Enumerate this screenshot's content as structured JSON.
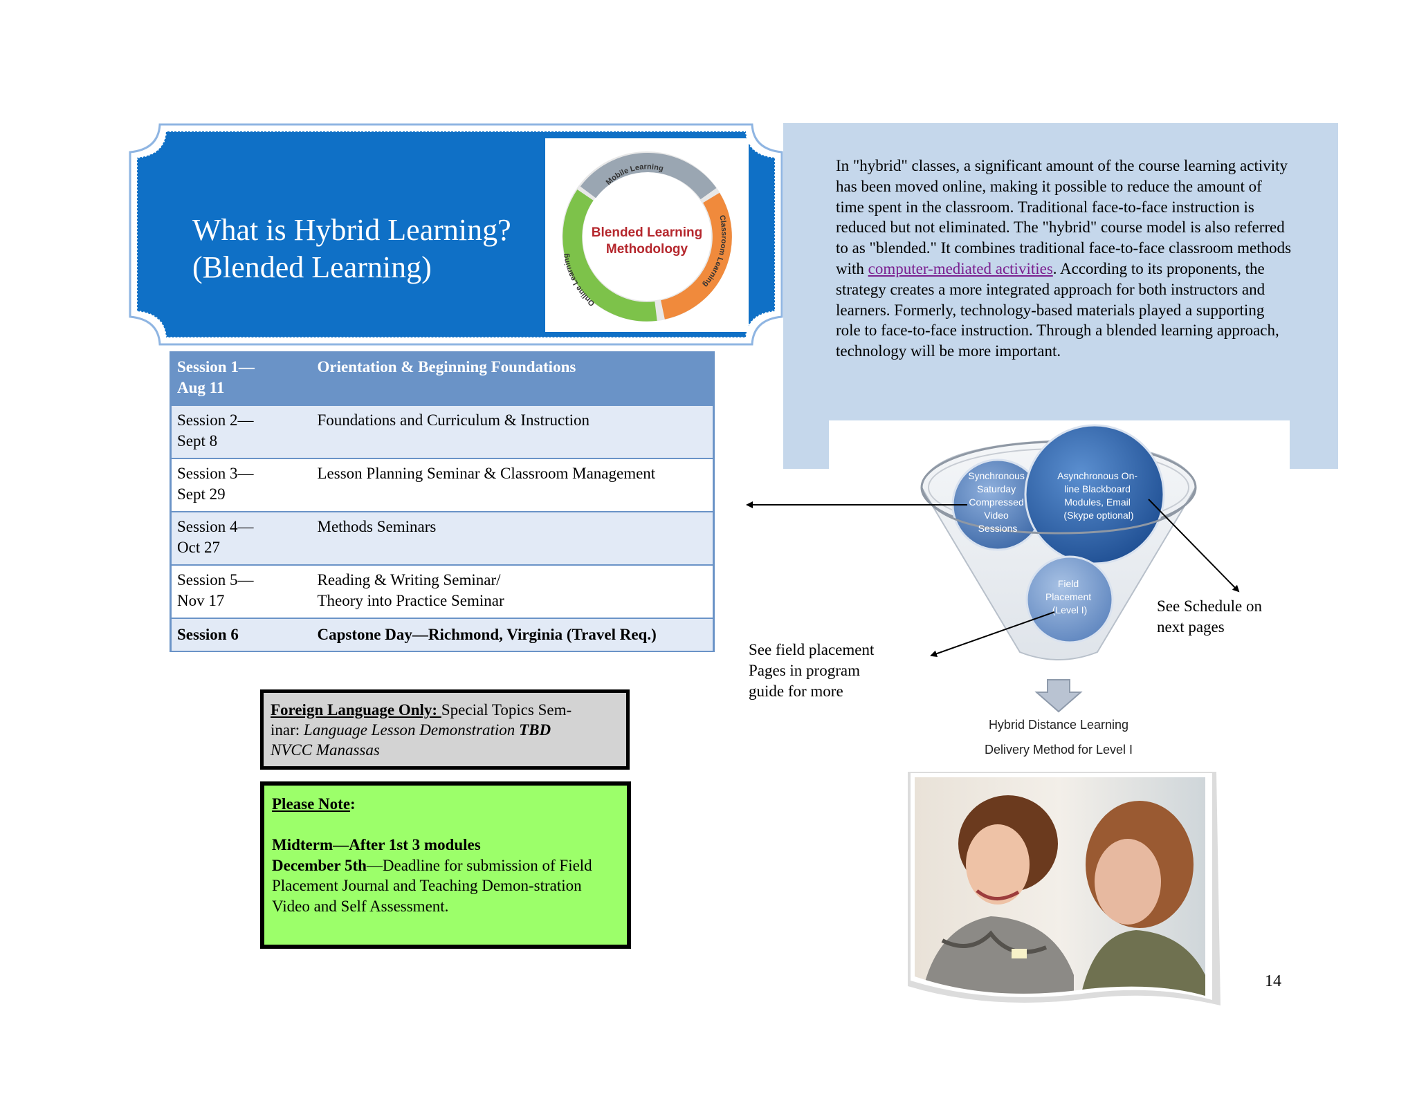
{
  "banner": {
    "title_line1": "What is Hybrid Learning?",
    "title_line2": "(Blended Learning)",
    "logo": {
      "center_line1": "Blended Learning",
      "center_line2": "Methodology",
      "segment_top": "Mobile Learning",
      "segment_right": "Classroom Learning",
      "segment_left": "Online Learning",
      "colors": {
        "top": "#9aa6b2",
        "right": "#f08a3c",
        "left": "#7dc24a"
      }
    },
    "colors": {
      "background": "#0f70c6",
      "frame": "#8fb5e2"
    }
  },
  "sessions": {
    "rows": [
      {
        "session": "Session 1—",
        "date": "Aug 11",
        "topic": "Orientation &  Beginning Foundations",
        "topic2": ""
      },
      {
        "session": "Session 2—",
        "date": "Sept 8",
        "topic": "Foundations and Curriculum & Instruction",
        "topic2": ""
      },
      {
        "session": "Session 3—",
        "date": "Sept 29",
        "topic": "Lesson Planning Seminar & Classroom Management",
        "topic2": ""
      },
      {
        "session": "Session 4—",
        "date": "Oct 27",
        "topic": "Methods Seminars",
        "topic2": ""
      },
      {
        "session": "Session 5—",
        "date": "Nov 17",
        "topic": "Reading & Writing Seminar/",
        "topic2": "Theory into Practice Seminar"
      },
      {
        "session": "Session 6",
        "date": "",
        "topic": "Capstone Day—Richmond, Virginia (Travel Req.)",
        "topic2": ""
      }
    ]
  },
  "info": {
    "text_before_link": "In \"hybrid\" classes, a significant amount of the course learning activity has been moved online, making it possible to reduce the amount of time spent in the classroom. Traditional face-to-face instruction is reduced but not eliminated. The \"hybrid\" course model is also referred to as \"blended.\" It combines traditional face-to-face classroom methods with",
    "link_text": "computer-mediated activities",
    "text_after_link": ". According to its proponents, the strategy creates a more integrated approach for both instructors and learners. Formerly, technology-based materials played a supporting role to face-to-face instruction. Through a blended learning approach, technology will be more important."
  },
  "diagram": {
    "circle_sync": [
      "Synchronous",
      "Saturday",
      "Compressed",
      "Video",
      "Sessions"
    ],
    "circle_async": [
      "Asynchronous On-",
      "line Blackboard",
      "Modules, Email",
      "(Skype optional)"
    ],
    "circle_field": [
      "Field",
      "Placement",
      "(Level I)"
    ],
    "caption_line1": "Hybrid Distance Learning",
    "caption_line2": "Delivery Method for Level I"
  },
  "notes": {
    "field_line1": "See field placement",
    "field_line2": "Pages in program",
    "field_line3": "guide for more",
    "schedule_line1": "See Schedule on",
    "schedule_line2": "next pages"
  },
  "foreign_language": {
    "lead": "Foreign Language Only: ",
    "text1": " Special Topics Sem-",
    "text2": "inar: ",
    "italic": "Language Lesson Demonstration ",
    "italic_bold": "TBD",
    "line3": "NVCC Manassas"
  },
  "note_box": {
    "heading": "Please Note",
    "heading_colon": ":",
    "midterm": "Midterm—After 1st 3 modules",
    "deadline_bold": "December 5th",
    "deadline_text": "—Deadline for submission of Field Placement Journal and Teaching  Demon-stration Video and Self Assessment."
  },
  "page_number": "14"
}
